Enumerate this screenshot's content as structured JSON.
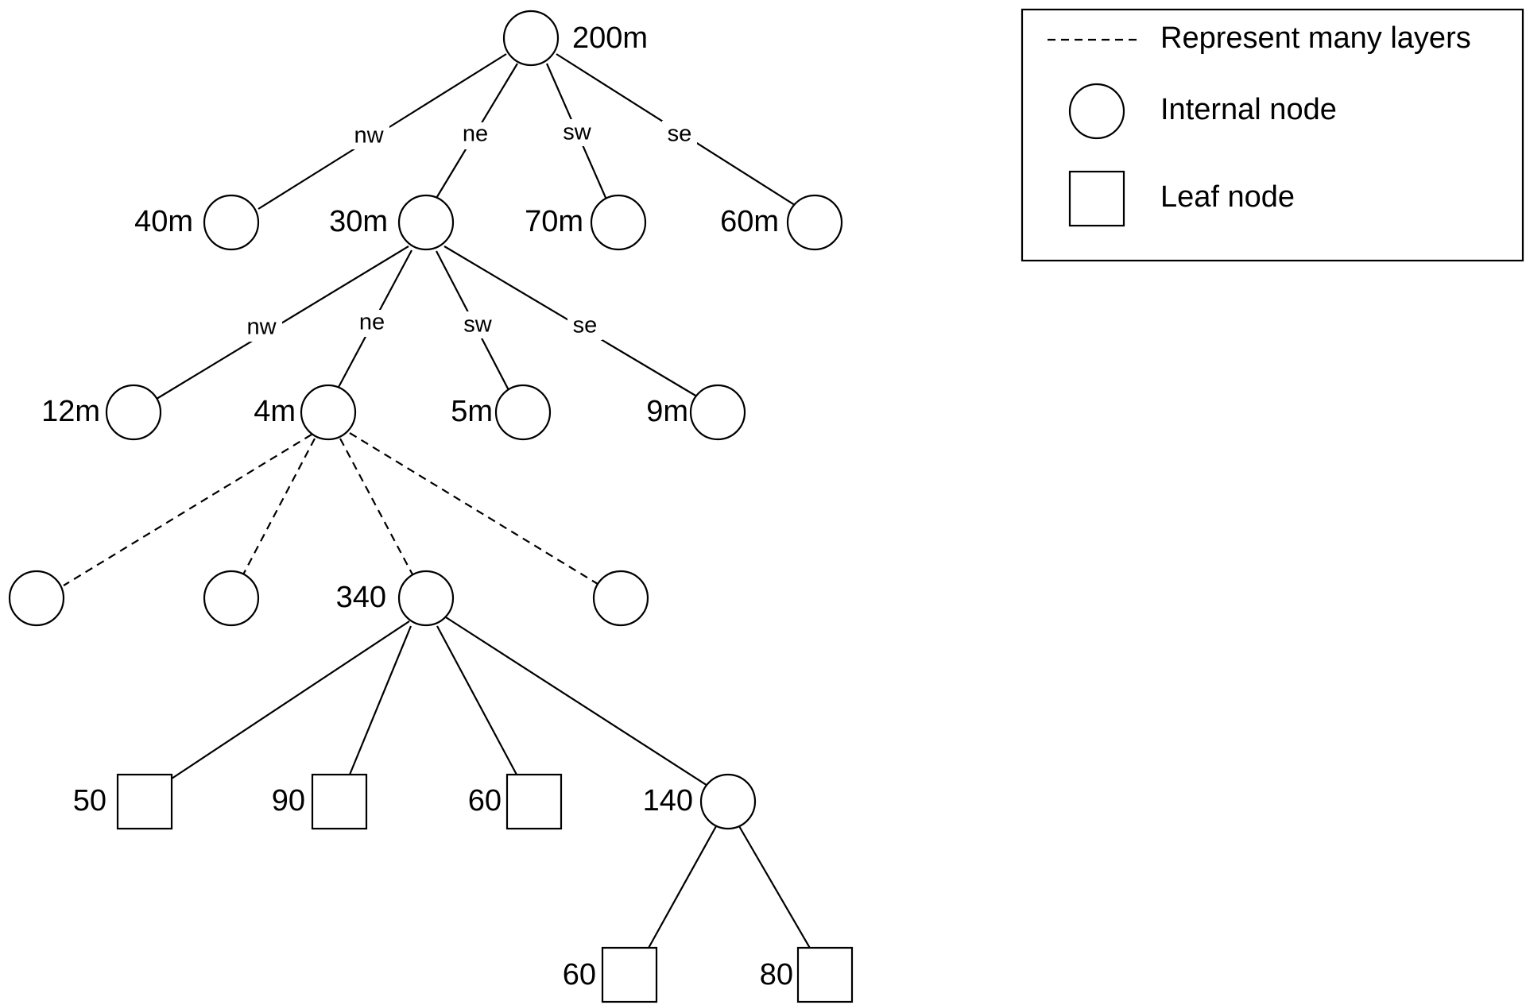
{
  "legend": {
    "dashed_label": "Represent many layers",
    "internal_label": "Internal node",
    "leaf_label": "Leaf node"
  },
  "tree": {
    "root": {
      "label": "200m",
      "kind": "internal"
    },
    "level1": [
      {
        "label": "40m",
        "kind": "internal",
        "edge": "nw"
      },
      {
        "label": "30m",
        "kind": "internal",
        "edge": "ne"
      },
      {
        "label": "70m",
        "kind": "internal",
        "edge": "sw"
      },
      {
        "label": "60m",
        "kind": "internal",
        "edge": "se"
      }
    ],
    "level2": [
      {
        "label": "12m",
        "kind": "internal",
        "edge": "nw"
      },
      {
        "label": "4m",
        "kind": "internal",
        "edge": "ne"
      },
      {
        "label": "5m",
        "kind": "internal",
        "edge": "sw"
      },
      {
        "label": "9m",
        "kind": "internal",
        "edge": "se"
      }
    ],
    "level3": [
      {
        "label": "",
        "kind": "internal",
        "edge_style": "dashed"
      },
      {
        "label": "",
        "kind": "internal",
        "edge_style": "dashed"
      },
      {
        "label": "340",
        "kind": "internal",
        "edge_style": "dashed"
      },
      {
        "label": "",
        "kind": "internal",
        "edge_style": "dashed"
      }
    ],
    "level4": [
      {
        "label": "50",
        "kind": "leaf"
      },
      {
        "label": "90",
        "kind": "leaf"
      },
      {
        "label": "60",
        "kind": "leaf"
      },
      {
        "label": "140",
        "kind": "internal"
      }
    ],
    "level5": [
      {
        "label": "60",
        "kind": "leaf"
      },
      {
        "label": "80",
        "kind": "leaf"
      }
    ]
  }
}
